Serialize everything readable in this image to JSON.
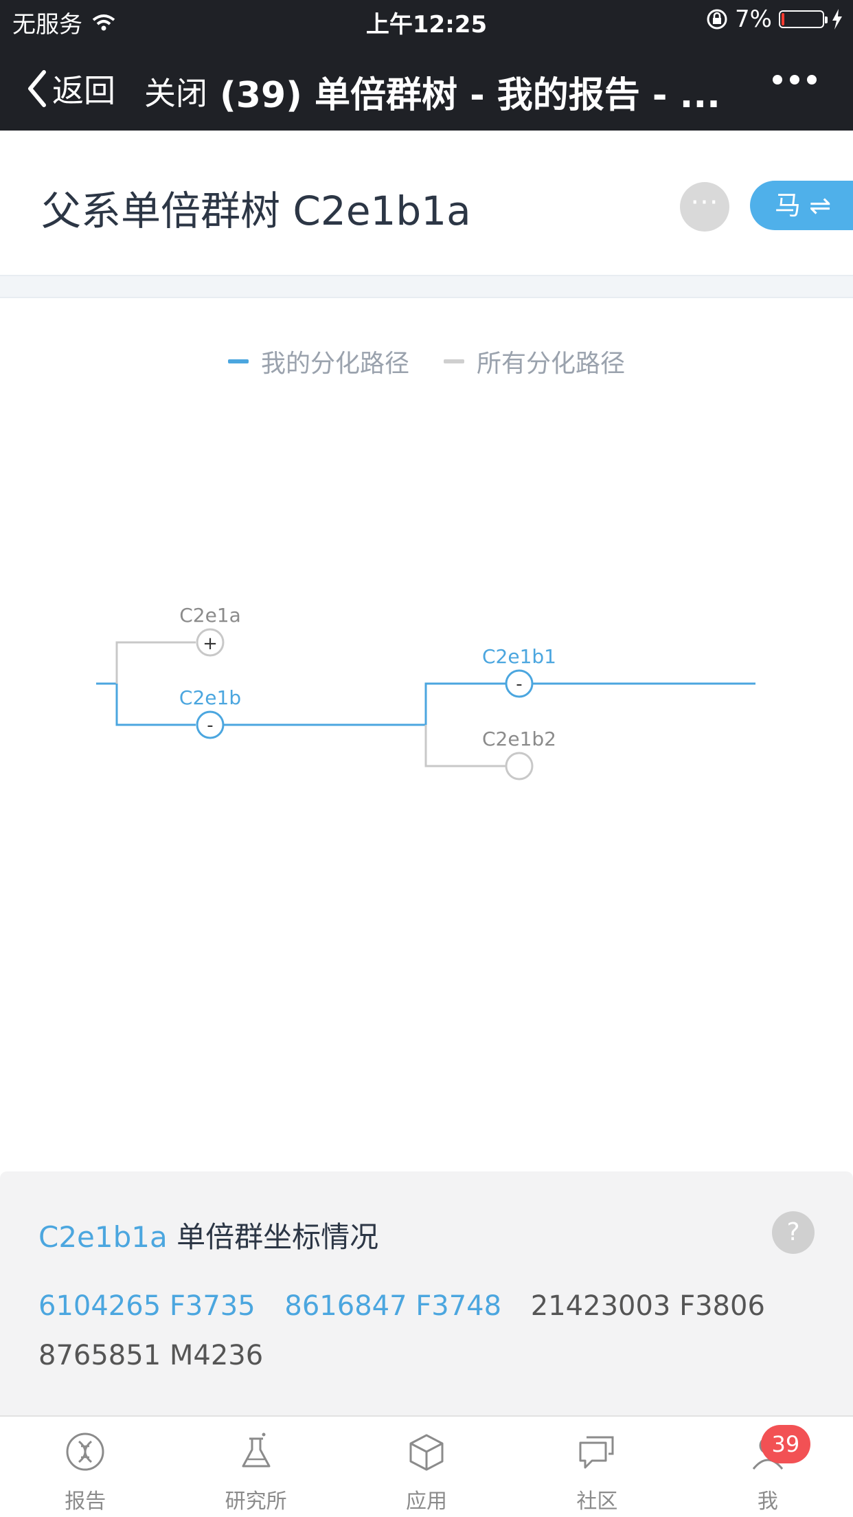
{
  "status_bar": {
    "carrier": "无服务",
    "time": "上午12:25",
    "battery_percent": "7%",
    "battery_level": 0.07
  },
  "nav": {
    "back_label": "返回",
    "close_label": "关闭",
    "title": "(39) 单倍群树 - 我的报告 - ..."
  },
  "header": {
    "title": "父系单倍群树 C2e1b1a",
    "switch_label": "马 ⇌"
  },
  "legend": [
    {
      "label": "我的分化路径",
      "color": "#4ba6df"
    },
    {
      "label": "所有分化路径",
      "color": "#cfcfcf"
    }
  ],
  "tree": {
    "colors": {
      "mine": "#4ba6df",
      "other": "#c8c8c8"
    },
    "nodes": [
      {
        "id": "n1",
        "label": "C2e1a",
        "mine": false,
        "symbol": "+"
      },
      {
        "id": "n2",
        "label": "C2e1b",
        "mine": true,
        "symbol": "-"
      },
      {
        "id": "n3",
        "label": "C2e1b1",
        "mine": true,
        "symbol": "-"
      },
      {
        "id": "n4",
        "label": "C2e1b2",
        "mine": false,
        "symbol": ""
      }
    ]
  },
  "coords": {
    "title_highlight": "C2e1b1a",
    "title_rest": " 单倍群坐标情况",
    "help_symbol": "?",
    "items": [
      {
        "text": "6104265 F3735",
        "mine": true
      },
      {
        "text": "8616847 F3748",
        "mine": true
      },
      {
        "text": "21423003 F3806",
        "mine": false
      },
      {
        "text": "8765851 M4236",
        "mine": false
      }
    ]
  },
  "tabs": [
    {
      "label": "报告",
      "icon": "dna-icon"
    },
    {
      "label": "研究所",
      "icon": "flask-icon"
    },
    {
      "label": "应用",
      "icon": "cube-icon"
    },
    {
      "label": "社区",
      "icon": "chat-icon"
    },
    {
      "label": "我",
      "icon": "user-icon",
      "badge": "39"
    }
  ]
}
